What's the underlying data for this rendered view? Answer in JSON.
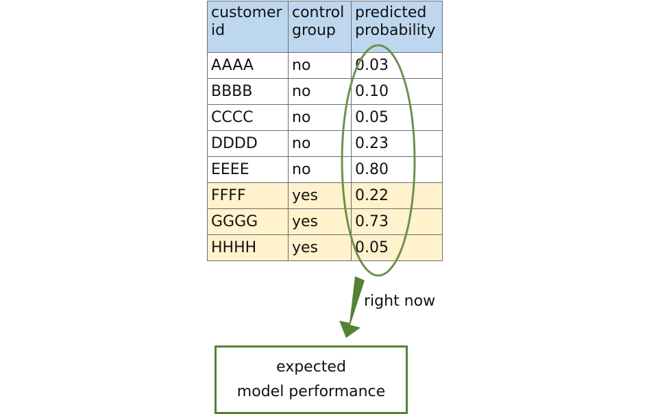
{
  "table": {
    "header": {
      "customer_id": [
        "customer",
        "id"
      ],
      "control_group": [
        "control",
        "group"
      ],
      "predicted_probability": [
        "predicted",
        "probability"
      ]
    },
    "rows": [
      {
        "customer_id": "AAAA",
        "control_group": "no",
        "predicted_probability": "0.03"
      },
      {
        "customer_id": "BBBB",
        "control_group": "no",
        "predicted_probability": "0.10"
      },
      {
        "customer_id": "CCCC",
        "control_group": "no",
        "predicted_probability": "0.05"
      },
      {
        "customer_id": "DDDD",
        "control_group": "no",
        "predicted_probability": "0.23"
      },
      {
        "customer_id": "EEEE",
        "control_group": "no",
        "predicted_probability": "0.80"
      },
      {
        "customer_id": "FFFF",
        "control_group": "yes",
        "predicted_probability": "0.22"
      },
      {
        "customer_id": "GGGG",
        "control_group": "yes",
        "predicted_probability": "0.73"
      },
      {
        "customer_id": "HHHH",
        "control_group": "yes",
        "predicted_probability": "0.05"
      }
    ]
  },
  "arrow": {
    "label": "right now"
  },
  "result_box": {
    "line1": "expected",
    "line2": "model performance"
  },
  "colors": {
    "header_fill": "#bdd7ee",
    "control_fill": "#fff2cc",
    "accent_green": "#548235",
    "ellipse_green": "#6e8f4d",
    "border": "#6b6b6b"
  }
}
